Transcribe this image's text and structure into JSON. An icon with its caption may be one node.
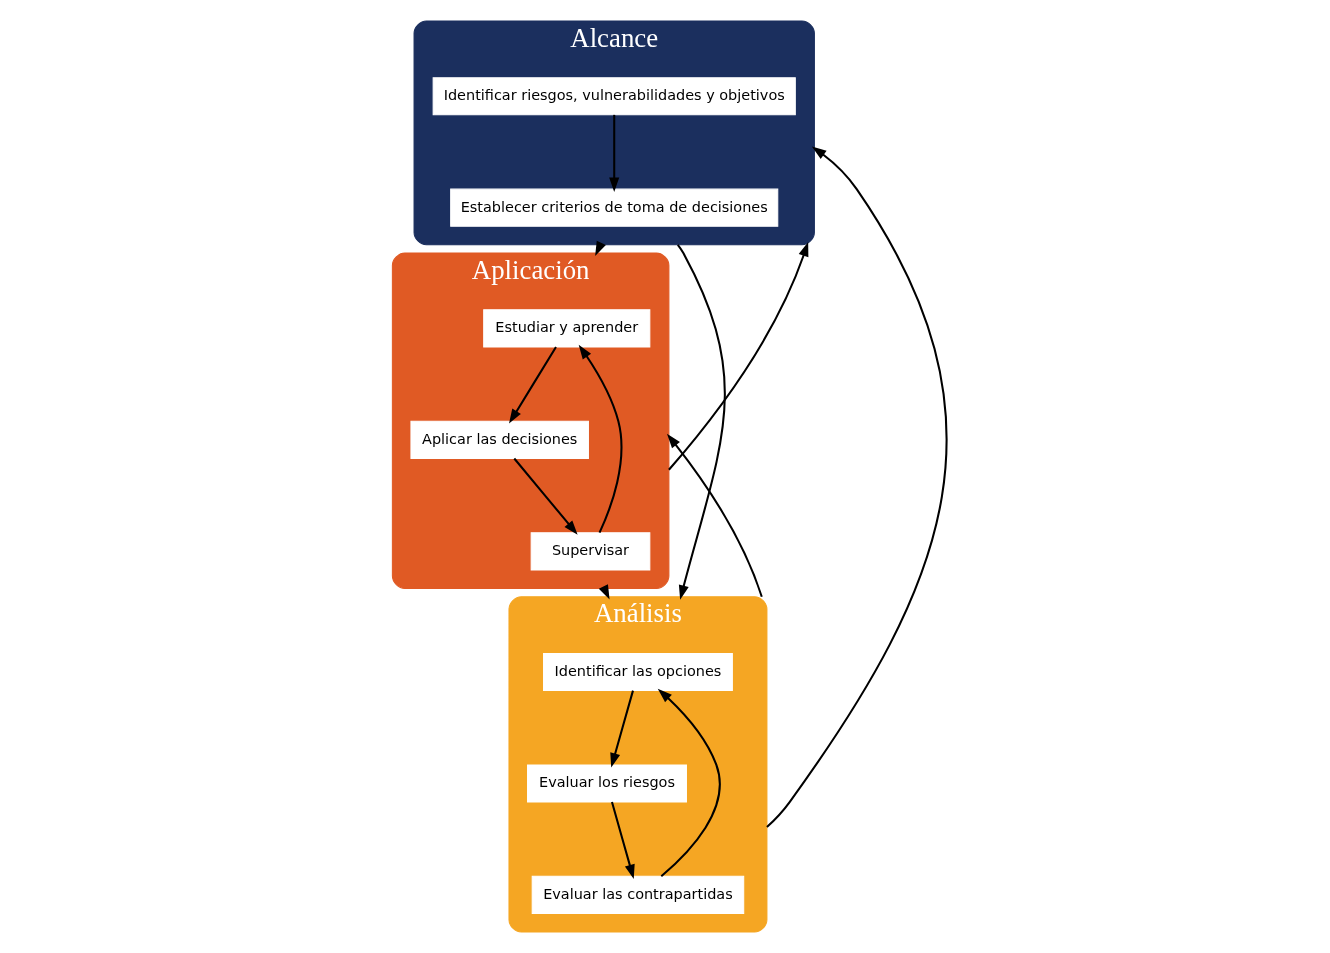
{
  "diagram": {
    "nodes": [
      {
        "text": [
          "Alcance"
        ]
      },
      {
        "text": [
          "Identificar riesgos, vulnerabilidades y objetivos"
        ],
        "in": 0
      },
      {
        "text": [
          "Establecer criterios de toma de decisiones"
        ],
        "in": 0
      },
      {
        "text": [
          "Aplicación"
        ]
      },
      {
        "text": [
          "Estudiar y aprender"
        ],
        "in": 3
      },
      {
        "text": [
          "Aplicar las decisiones"
        ],
        "in": 3
      },
      {
        "text": [
          "Supervisar"
        ],
        "in": 3
      },
      {
        "text": [
          "Análisis"
        ]
      },
      {
        "text": [
          "Identificar las opciones"
        ],
        "in": 7
      },
      {
        "text": [
          "Evaluar los riesgos"
        ],
        "in": 7
      },
      {
        "text": [
          "Evaluar las contrapartidas"
        ],
        "in": 7
      }
    ],
    "edges": [
      {
        "from": 1,
        "to": 2,
        "arrow": "to"
      },
      {
        "from": 0,
        "to": 3,
        "arrow": "to"
      },
      {
        "from": 3,
        "to": 0,
        "arrow": "to"
      },
      {
        "from": 0,
        "to": 7,
        "arrow": "to"
      },
      {
        "from": 7,
        "to": 0,
        "arrow": "to"
      },
      {
        "from": 3,
        "to": 7,
        "arrow": "to"
      },
      {
        "from": 7,
        "to": 3,
        "arrow": "to"
      },
      {
        "from": 4,
        "to": 5,
        "arrow": "to"
      },
      {
        "from": 5,
        "to": 6,
        "arrow": "to"
      },
      {
        "from": 6,
        "to": 4,
        "arrow": "to"
      },
      {
        "from": 8,
        "to": 9,
        "arrow": "to"
      },
      {
        "from": 9,
        "to": 10,
        "arrow": "to"
      },
      {
        "from": 10,
        "to": 8,
        "arrow": "to"
      }
    ]
  }
}
